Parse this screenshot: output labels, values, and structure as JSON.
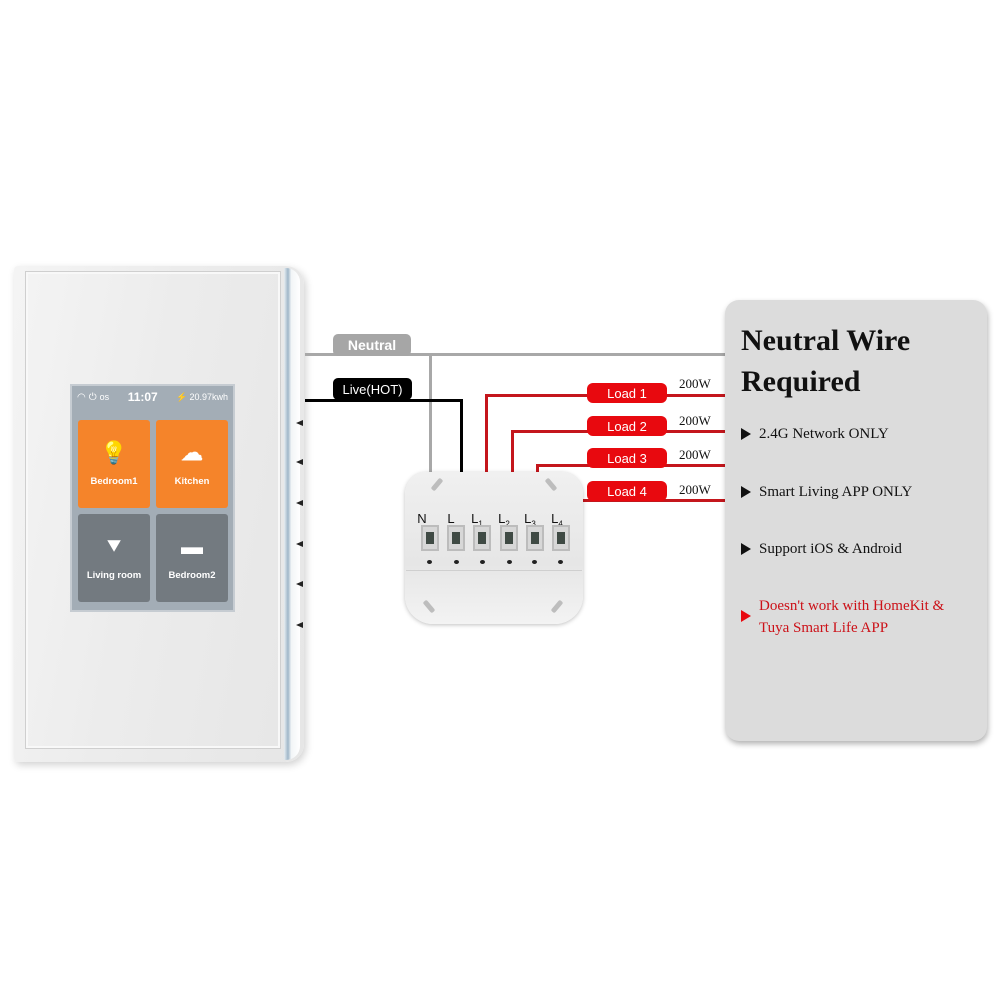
{
  "switch_panel": {
    "status_bar": {
      "wifi_icon": "wifi-icon",
      "os_label": "os",
      "time": "11:07",
      "energy_icon": "lightning-icon",
      "energy": "20.97kwh"
    },
    "tiles": [
      {
        "label": "Bedroom1",
        "icon": "desk-lamp-icon",
        "state": "on",
        "color": "#f5842a"
      },
      {
        "label": "Kitchen",
        "icon": "chef-hat-icon",
        "state": "on",
        "color": "#f5842a"
      },
      {
        "label": "Living room",
        "icon": "spotlight-icon",
        "state": "off",
        "color": "#737a80"
      },
      {
        "label": "Bedroom2",
        "icon": "bed-icon",
        "state": "off",
        "color": "#737a80"
      }
    ]
  },
  "wiring": {
    "neutral_label": "Neutral",
    "live_label": "Live(HOT)",
    "loads": [
      {
        "label": "Load 1",
        "power": "200W"
      },
      {
        "label": "Load 2",
        "power": "200W"
      },
      {
        "label": "Load 3",
        "power": "200W"
      },
      {
        "label": "Load 4",
        "power": "200W"
      }
    ],
    "colors": {
      "neutral": "#a8a8a8",
      "live": "#000000",
      "load": "#c4161c",
      "load_tag": "#e8090f"
    }
  },
  "module": {
    "terminals": [
      {
        "label": "N",
        "sub": ""
      },
      {
        "label": "L",
        "sub": ""
      },
      {
        "label": "L",
        "sub": "1"
      },
      {
        "label": "L",
        "sub": "2"
      },
      {
        "label": "L",
        "sub": "3"
      },
      {
        "label": "L",
        "sub": "4"
      }
    ]
  },
  "info_card": {
    "title_line1": "Neutral Wire",
    "title_line2": "Required",
    "bullets": [
      {
        "text": "2.4G Network ONLY"
      },
      {
        "text": "Smart Living APP ONLY"
      },
      {
        "text": "Support iOS & Android"
      },
      {
        "text_line1": "Doesn't work with HomeKit &",
        "text_line2": "Tuya Smart Life APP",
        "warning": true
      }
    ]
  }
}
